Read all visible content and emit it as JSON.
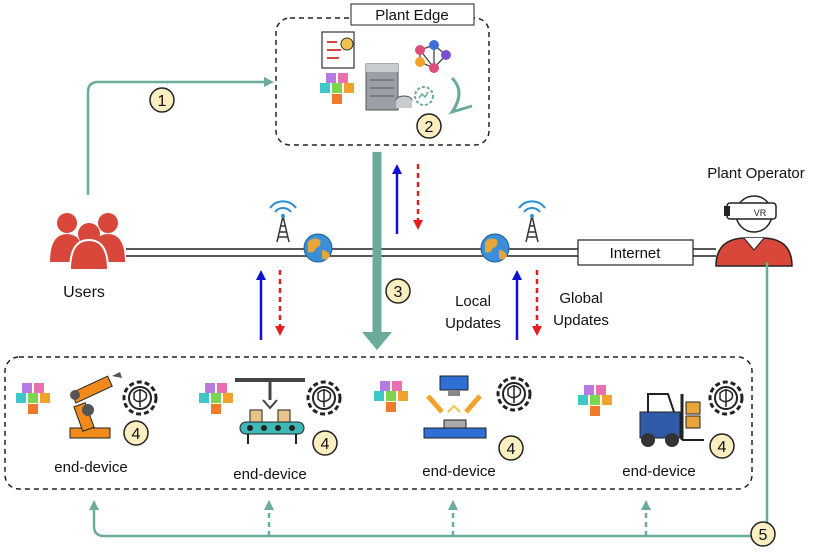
{
  "plant_edge": {
    "title": "Plant Edge",
    "step": "2"
  },
  "users": {
    "label": "Users"
  },
  "operator": {
    "label": "Plant Operator",
    "headset_text": "VR"
  },
  "network": {
    "internet_label": "Internet",
    "local_updates_line1": "Local",
    "local_updates_line2": "Updates",
    "global_updates_line1": "Global",
    "global_updates_line2": "Updates"
  },
  "steps": {
    "s1": "1",
    "s3": "3",
    "s5": "5"
  },
  "devices": [
    {
      "label": "end-device",
      "step": "4",
      "kind": "robot-arm"
    },
    {
      "label": "end-device",
      "step": "4",
      "kind": "conveyor"
    },
    {
      "label": "end-device",
      "step": "4",
      "kind": "welding"
    },
    {
      "label": "end-device",
      "step": "4",
      "kind": "forklift"
    }
  ],
  "colors": {
    "teal": "#6aab9c",
    "blue": "#1010d0",
    "red": "#e02020",
    "badge_fill": "#fbeec1",
    "user_red": "#d9463a"
  }
}
